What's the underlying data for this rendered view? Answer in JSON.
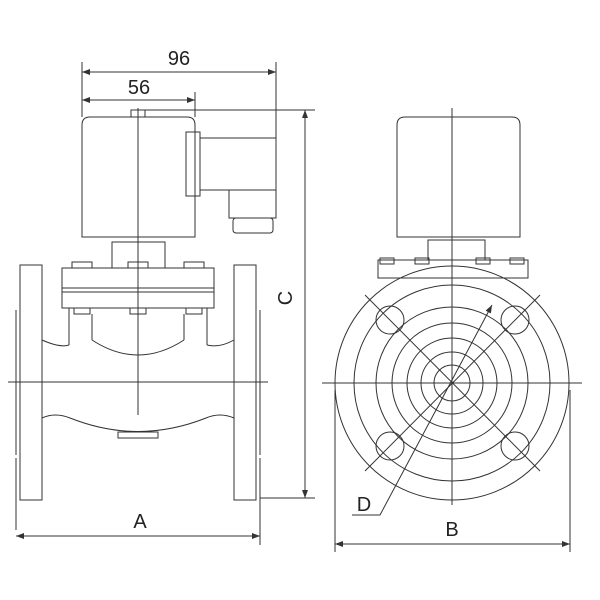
{
  "dimensions": {
    "overall_width": "96",
    "coil_width": "56",
    "height": "C",
    "face_to_face": "A",
    "flange_diameter": "B",
    "bolt_circle": "D"
  },
  "colors": {
    "line": "#333333",
    "background": "#ffffff"
  }
}
